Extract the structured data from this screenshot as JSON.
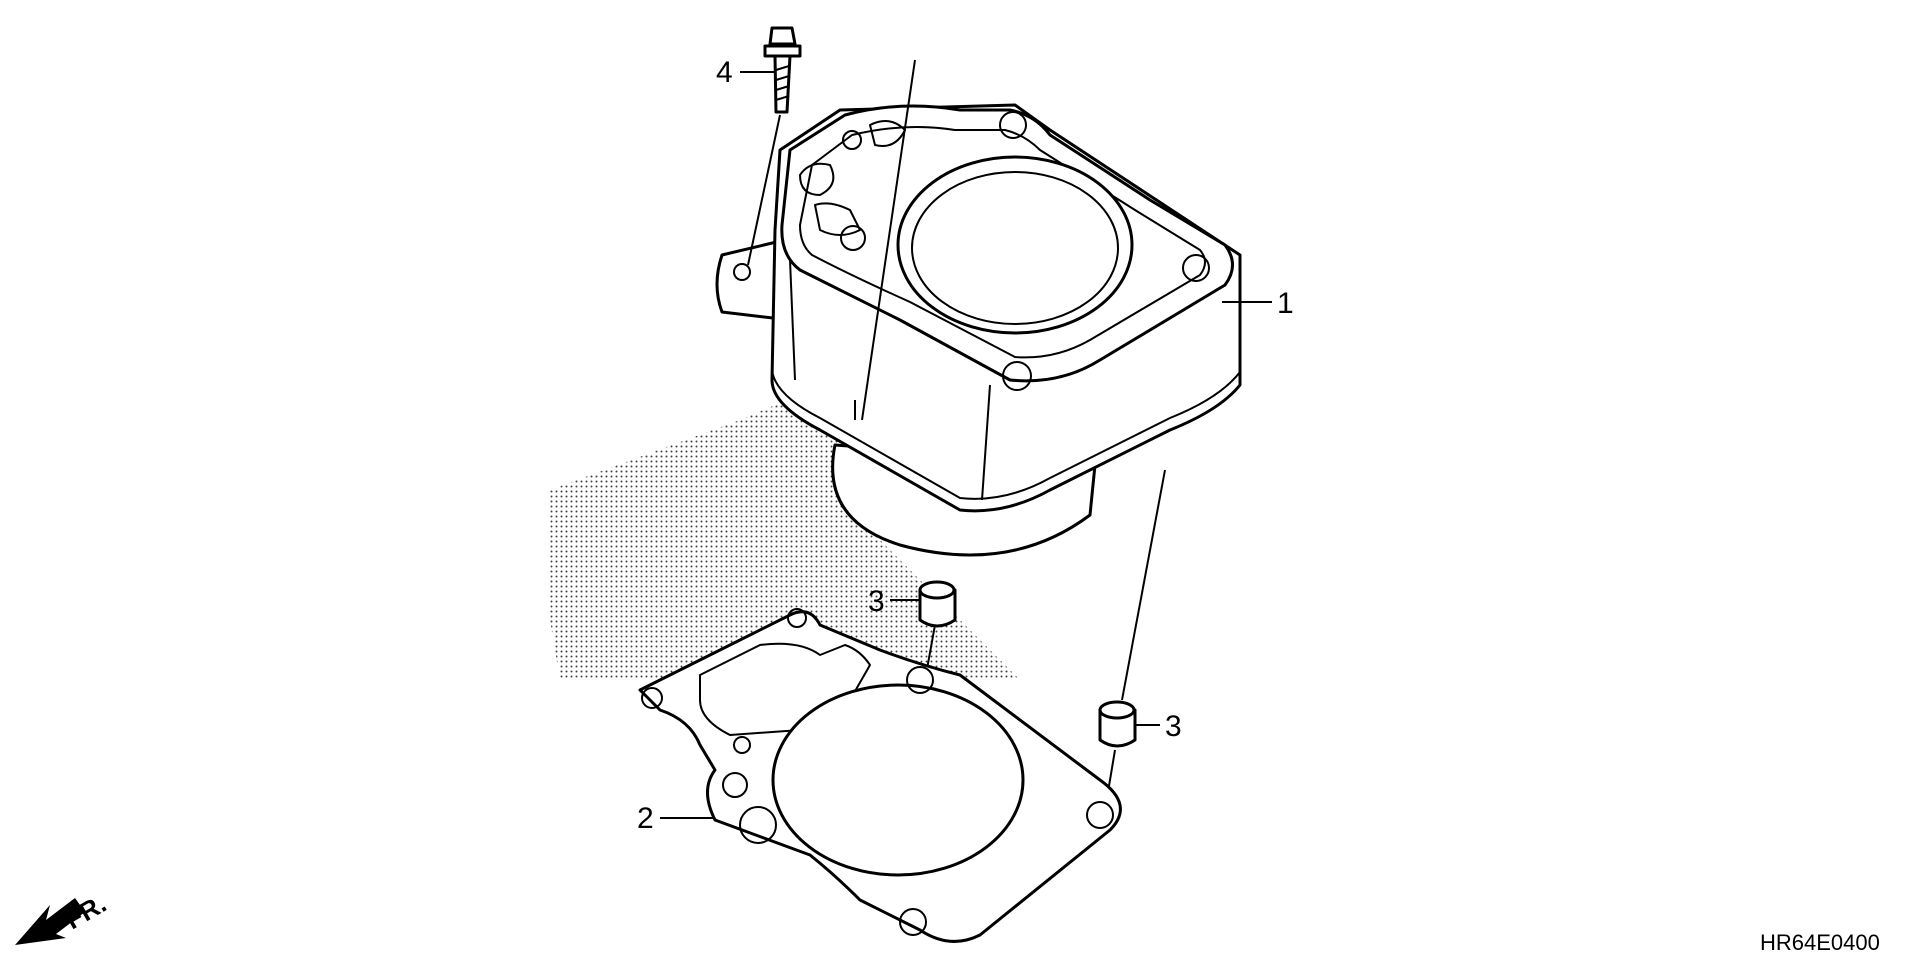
{
  "callouts": {
    "cylinder": "1",
    "gasket": "2",
    "dowel_upper": "3",
    "dowel_lower": "3",
    "bolt": "4"
  },
  "direction_label": "FR.",
  "diagram_code": "HR64E0400",
  "colors": {
    "line": "#000000",
    "background": "#ffffff"
  }
}
